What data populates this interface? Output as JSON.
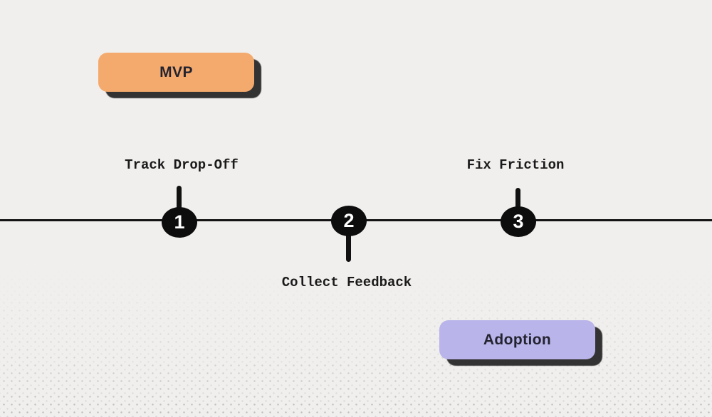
{
  "diagram": {
    "type": "timeline",
    "boxes": {
      "mvp": {
        "label": "MVP",
        "fill": "#f5aa6d"
      },
      "adoption": {
        "label": "Adoption",
        "fill": "#b9b4e9"
      }
    },
    "timeline": {
      "milestones": [
        {
          "number": "1",
          "label": "Track Drop-Off",
          "label_position": "above"
        },
        {
          "number": "2",
          "label": "Collect Feedback",
          "label_position": "below"
        },
        {
          "number": "3",
          "label": "Fix Friction",
          "label_position": "above"
        }
      ]
    },
    "colors": {
      "background": "#f0efed",
      "line": "#141414",
      "node_fill": "#0d0d0d",
      "node_number": "#ffffff",
      "shadow": "#2c2c2c",
      "label_text": "#1a1a1a"
    }
  }
}
